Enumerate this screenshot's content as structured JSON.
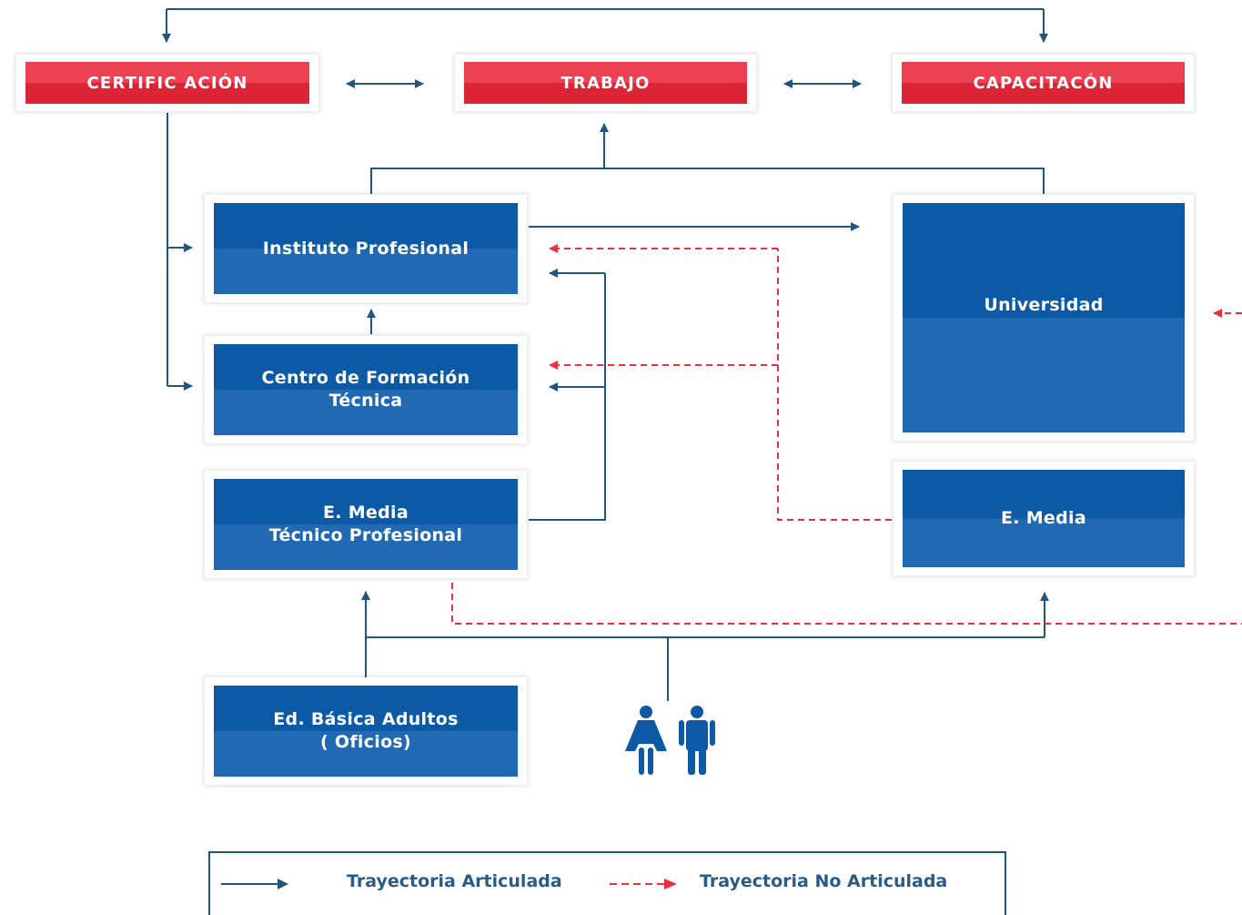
{
  "top_row": {
    "certificacion": "CERTIFIC ACIÓN",
    "trabajo": "TRABAJO",
    "capacitacion": "CAPACITACÓN"
  },
  "nodes": {
    "instituto": "Instituto Profesional",
    "cft": "Centro de Formación\nTécnica",
    "emtp": "E. Media\nTécnico Profesional",
    "basica": "Ed. Básica Adultos\n( Oficios)",
    "universidad": "Universidad",
    "emedia": "E. Media"
  },
  "legend": {
    "articulada": "Trayectoria Articulada",
    "no_articulada": "Trayectoria No Articulada"
  },
  "colors": {
    "solid_line": "#24557f",
    "dashed_line": "#e8313f",
    "blue_box": "#0c5aa6",
    "red_box": "#e02a3b"
  },
  "icons": [
    "woman-icon",
    "man-icon"
  ]
}
